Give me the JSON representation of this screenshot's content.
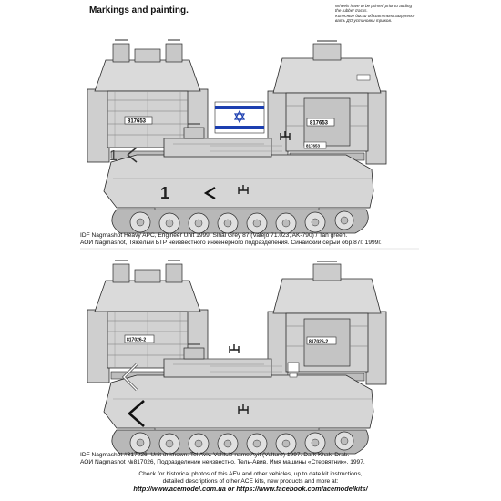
{
  "page": {
    "title": "Markings and painting.",
    "note_lines": [
      "Wheels have to be primed prior to adding",
      "the rubber tracks.",
      "Колёсные диски обязательно загрунто-",
      "вать ДО установки траков."
    ]
  },
  "vehicle1": {
    "plate": "817653",
    "side_plate": "817653",
    "hull_number": "1",
    "turret_number": "1",
    "caption_en": "IDF Nagmashot  Heavy APC, Engineer Unit 1999. Sinai Grey 87 (Valejo 71.023, AK-790) / Tan green.",
    "caption_ru": "АОИ Nagmashot, Тяжёлый БТР неизвестного инженерного подразделения. Синайский серый обр.87г. 1999г."
  },
  "vehicle2": {
    "plate": "817026-2",
    "caption_en": "IDF Nagmashot #817026, Unit unknown. Tel Aviv. Vehicle name Ayit (Vulture) 1997. Dark Khaki Drab.",
    "caption_ru": "АОИ Nagmashot №817026, Подразделение неизвестно. Тель-Авив. Имя машины «Стервятник». 1997."
  },
  "footer": {
    "line1": "Check for historical photos of this AFV and  other vehicles, up to date kit instructions,",
    "line2": "detailed descriptions of other ACE kits, new products and more at:",
    "links": "http://www.acemodel.com.ua or https://www.facebook.com/acemodelkits/"
  },
  "colors": {
    "vehicle_fill": "#d6d6d6",
    "line": "#2a2a2a",
    "flag_blue": "#1c3fb0"
  }
}
